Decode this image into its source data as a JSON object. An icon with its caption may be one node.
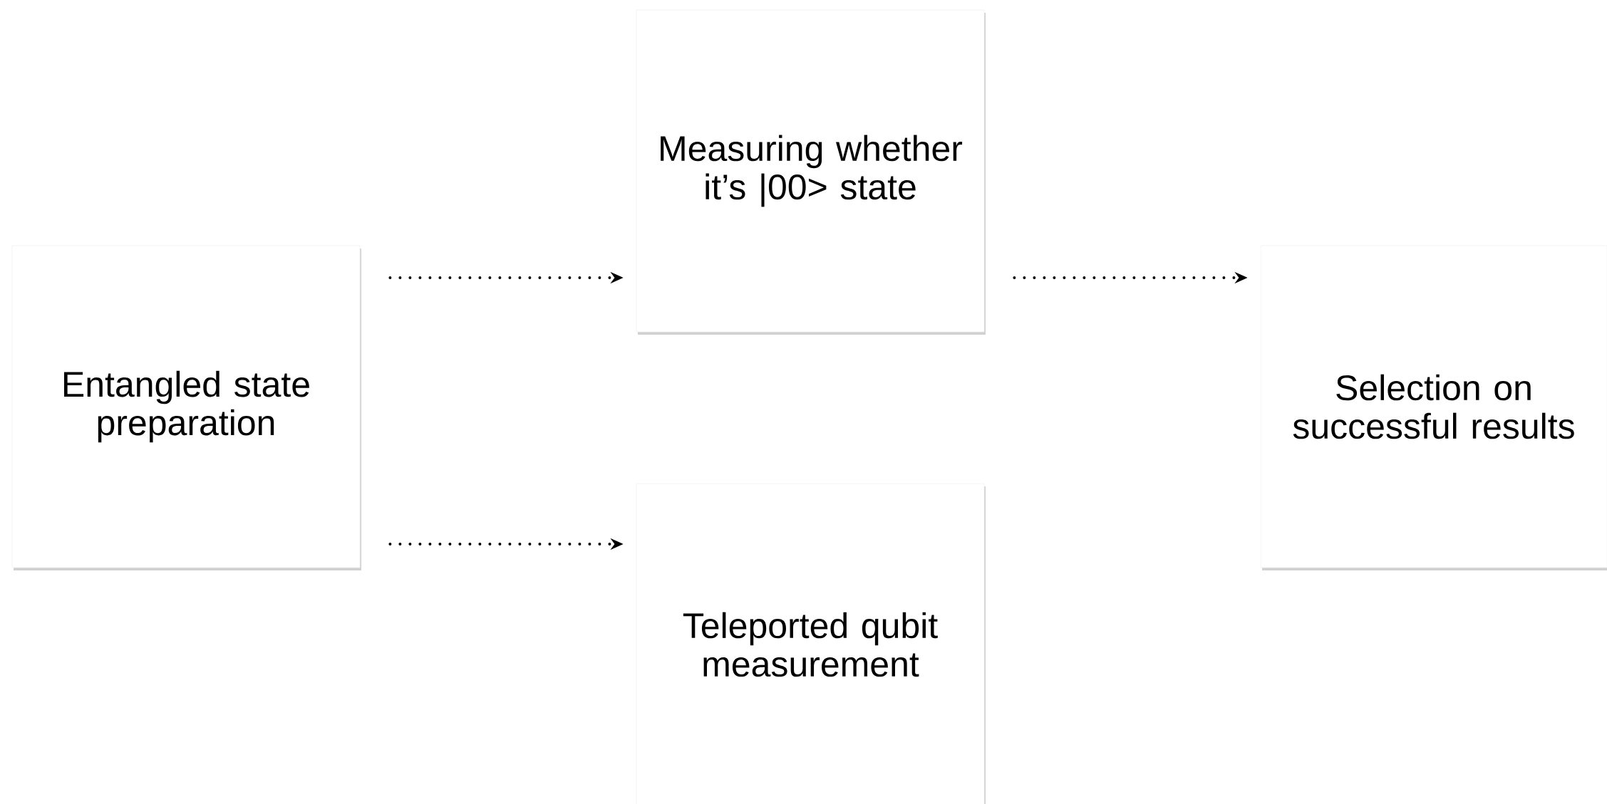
{
  "diagram": {
    "nodes": [
      {
        "text": [
          "Entangled state preparation"
        ]
      },
      {
        "text": [
          "Measuring whether it’s |00> state"
        ]
      },
      {
        "text": [
          "Teleported qubit measurement"
        ]
      },
      {
        "text": [
          "Selection on successful results"
        ]
      }
    ],
    "edges": [
      {
        "from": 0,
        "to": 1,
        "arrow": "to"
      },
      {
        "from": 0,
        "to": 2,
        "arrow": "to"
      },
      {
        "from": 1,
        "to": 3,
        "arrow": "to"
      }
    ]
  }
}
